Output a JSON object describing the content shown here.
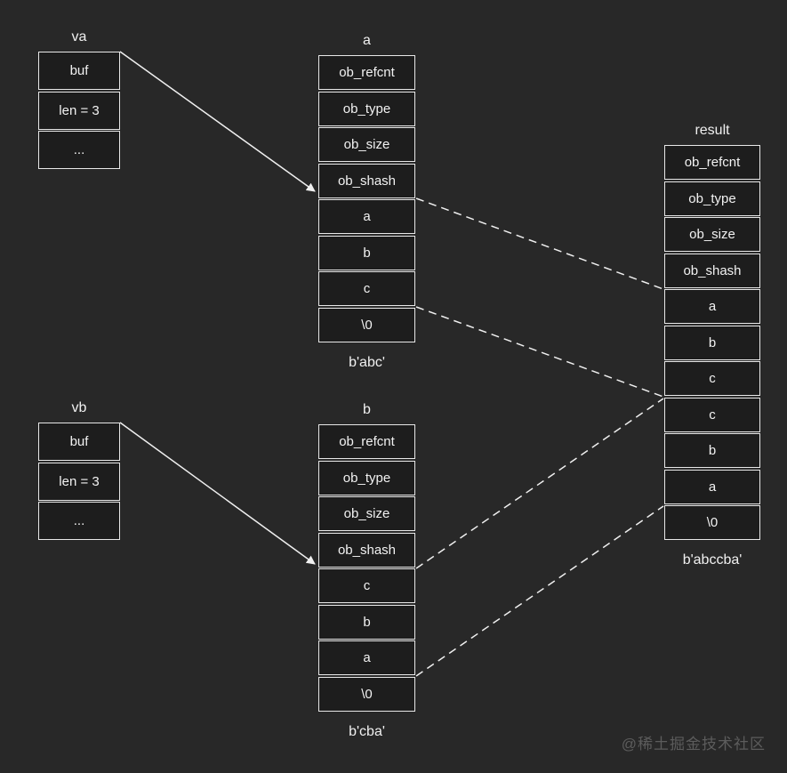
{
  "watermark": "@稀土掘金技术社区",
  "colors": {
    "background": "#282828",
    "cell_background": "#1d1d1d",
    "box_border": "#e8e8e8",
    "text": "#f2f2f2",
    "watermark_text": "#5c5c5c"
  },
  "boxes": {
    "va": {
      "label": "va",
      "cells": [
        "buf",
        "len = 3",
        "..."
      ]
    },
    "a": {
      "label": "a",
      "cells": [
        "ob_refcnt",
        "ob_type",
        "ob_size",
        "ob_shash",
        "a",
        "b",
        "c",
        "\\0"
      ],
      "caption": "b'abc'"
    },
    "vb": {
      "label": "vb",
      "cells": [
        "buf",
        "len = 3",
        "..."
      ]
    },
    "b": {
      "label": "b",
      "cells": [
        "ob_refcnt",
        "ob_type",
        "ob_size",
        "ob_shash",
        "c",
        "b",
        "a",
        "\\0"
      ],
      "caption": "b'cba'"
    },
    "result": {
      "label": "result",
      "cells": [
        "ob_refcnt",
        "ob_type",
        "ob_size",
        "ob_shash",
        "a",
        "b",
        "c",
        "c",
        "b",
        "a",
        "\\0"
      ],
      "caption": "b'abccba'"
    }
  },
  "connectors": {
    "va_buf_to_a": "pointer from va.buf to a data start",
    "vb_buf_to_b": "pointer from vb.buf to b data start",
    "a_copy_range_to_result": "dashed copy range of b'abc' into result",
    "b_copy_range_to_result": "dashed copy range of b'cba' into result"
  }
}
